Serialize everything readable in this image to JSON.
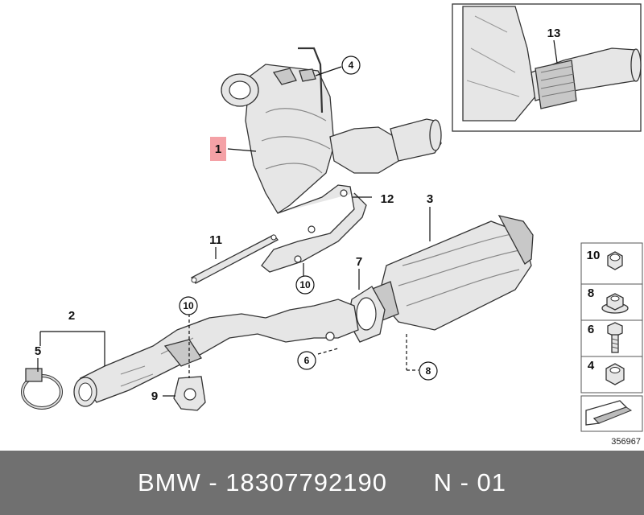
{
  "callouts": {
    "p1": "1",
    "p2": "2",
    "p3": "3",
    "p4": "4",
    "p5": "5",
    "p6": "6",
    "p7": "7",
    "p8": "8",
    "p9": "9",
    "p10a": "10",
    "p10b": "10",
    "p11": "11",
    "p12": "12",
    "p13": "13"
  },
  "legend": {
    "items": [
      "10",
      "8",
      "6",
      "4"
    ],
    "drawing_number": "356967"
  },
  "footer": {
    "brand": "BMW",
    "part_number": "18307792190",
    "position": "N - 01",
    "sep": " - "
  },
  "colors": {
    "highlight": "#f4a1a6",
    "footer_bg": "#707070"
  }
}
